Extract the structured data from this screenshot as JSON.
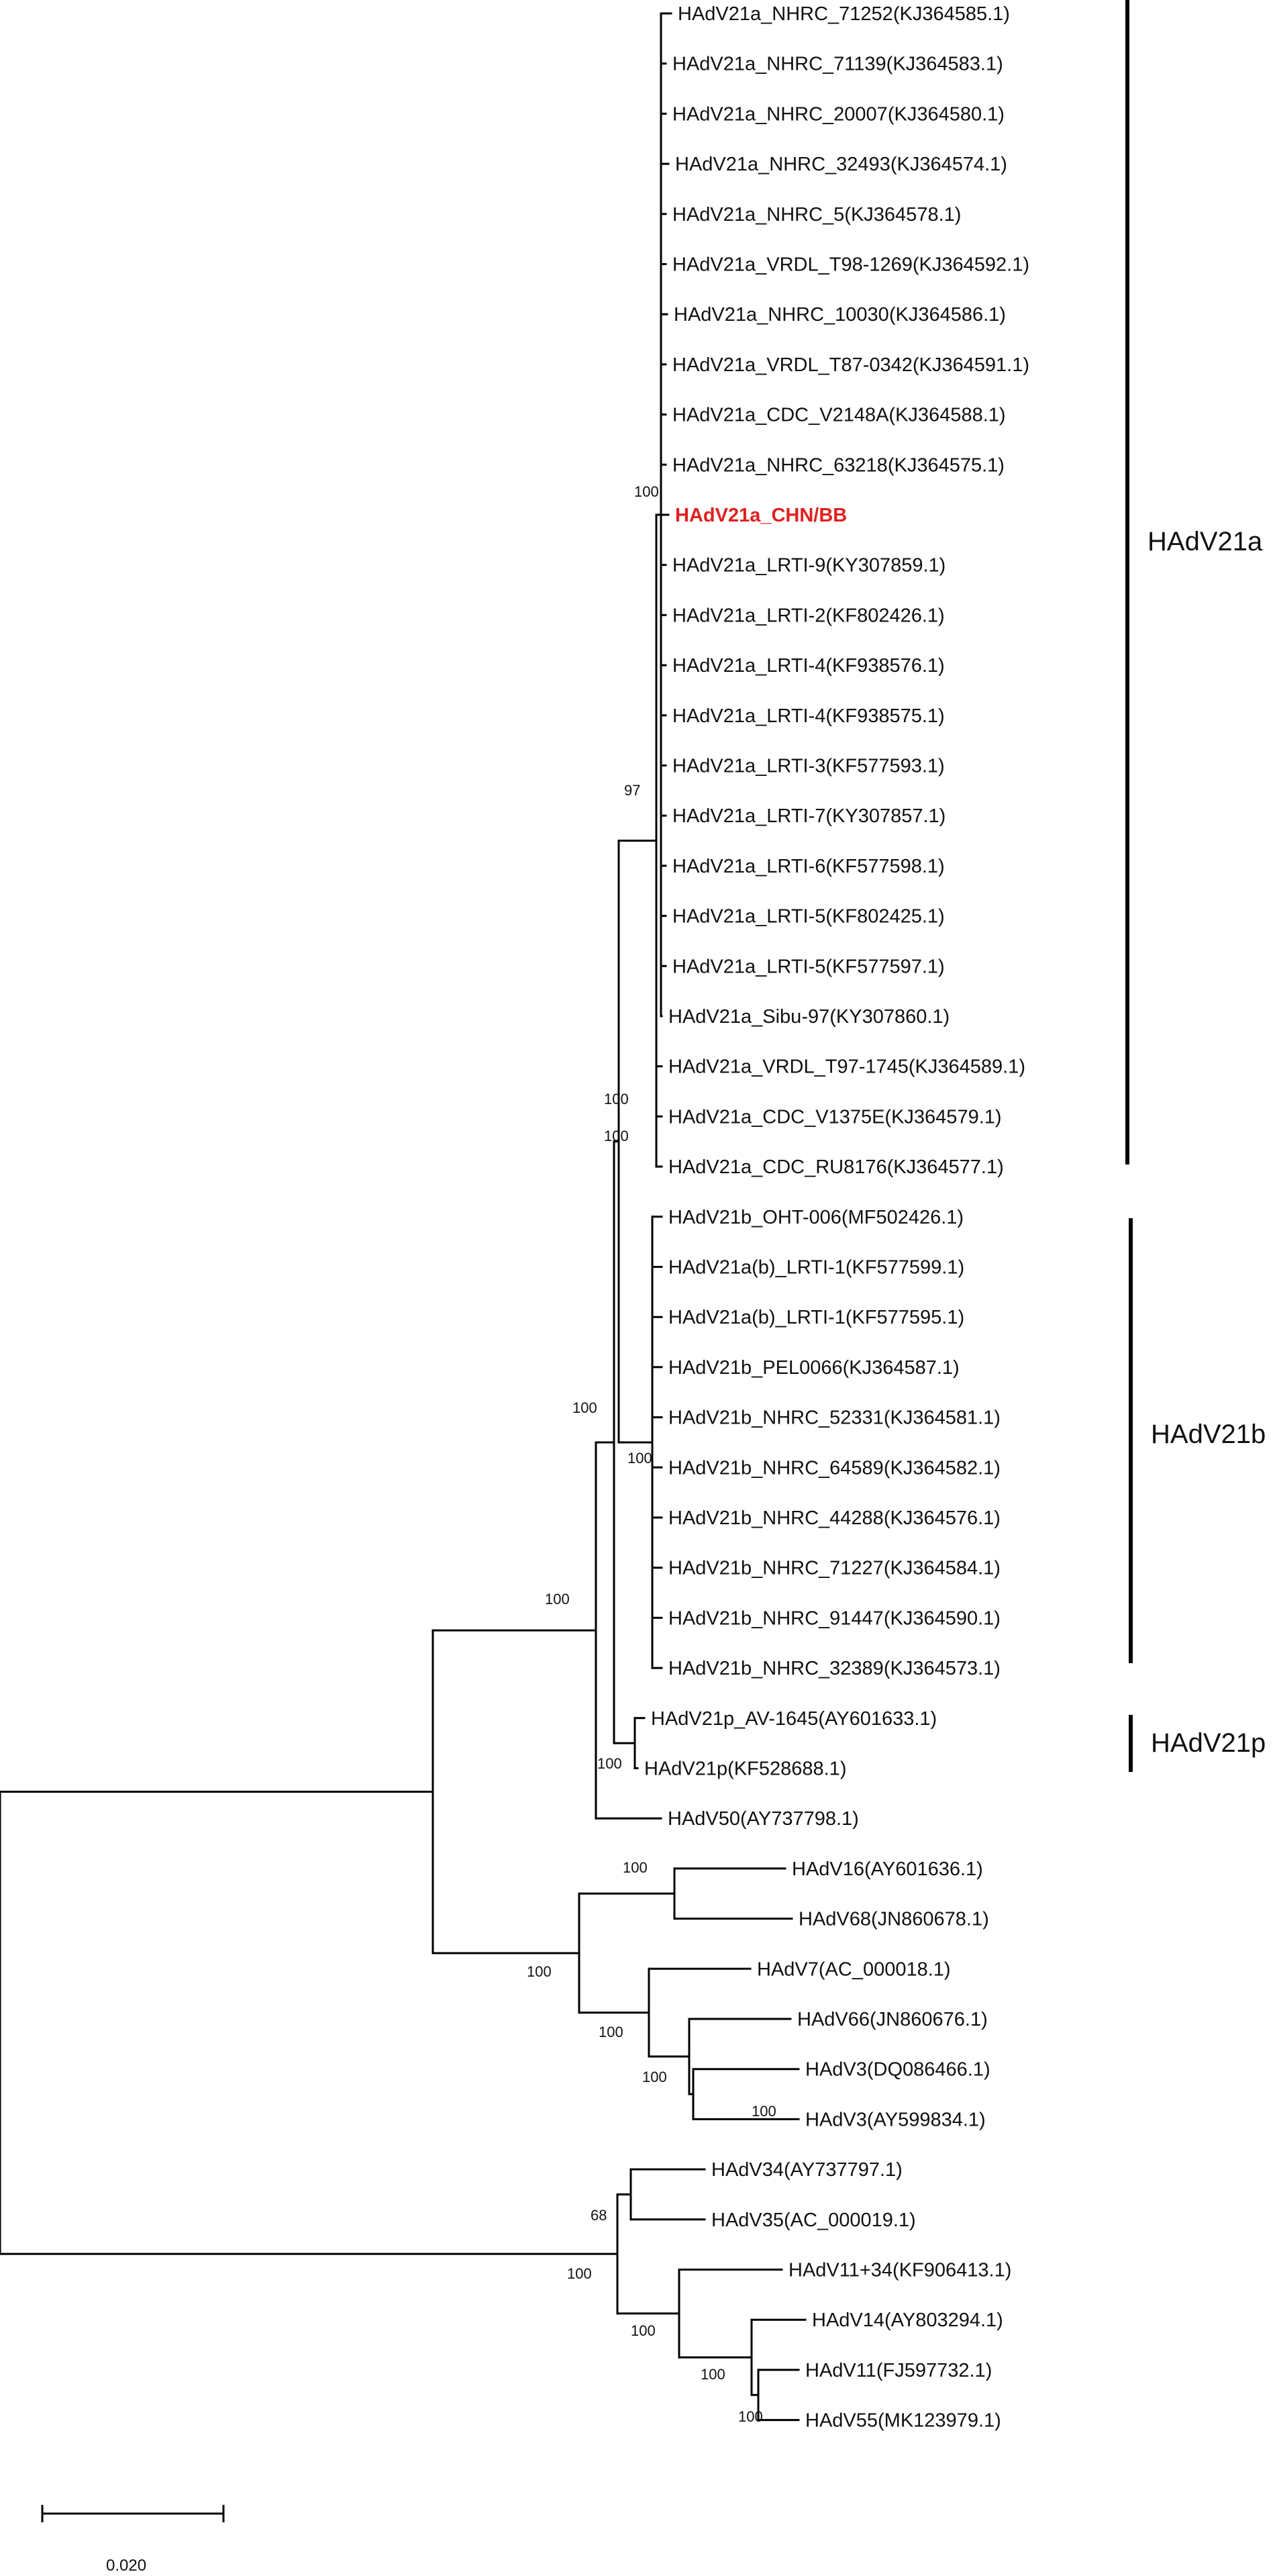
{
  "tips": [
    {
      "label": "HAdV21a_NHRC_71252(KJ364585.1)"
    },
    {
      "label": "HAdV21a_NHRC_71139(KJ364583.1)"
    },
    {
      "label": "HAdV21a_NHRC_20007(KJ364580.1)"
    },
    {
      "label": "HAdV21a_NHRC_32493(KJ364574.1)"
    },
    {
      "label": "HAdV21a_NHRC_5(KJ364578.1)"
    },
    {
      "label": "HAdV21a_VRDL_T98-1269(KJ364592.1)"
    },
    {
      "label": "HAdV21a_NHRC_10030(KJ364586.1)"
    },
    {
      "label": "HAdV21a_VRDL_T87-0342(KJ364591.1)"
    },
    {
      "label": "HAdV21a_CDC_V2148A(KJ364588.1)"
    },
    {
      "label": "HAdV21a_NHRC_63218(KJ364575.1)"
    },
    {
      "label": "HAdV21a_CHN/BB",
      "highlight": true
    },
    {
      "label": "HAdV21a_LRTI-9(KY307859.1)"
    },
    {
      "label": "HAdV21a_LRTI-2(KF802426.1)"
    },
    {
      "label": "HAdV21a_LRTI-4(KF938576.1)"
    },
    {
      "label": "HAdV21a_LRTI-4(KF938575.1)"
    },
    {
      "label": "HAdV21a_LRTI-3(KF577593.1)"
    },
    {
      "label": "HAdV21a_LRTI-7(KY307857.1)"
    },
    {
      "label": "HAdV21a_LRTI-6(KF577598.1)"
    },
    {
      "label": "HAdV21a_LRTI-5(KF802425.1)"
    },
    {
      "label": "HAdV21a_LRTI-5(KF577597.1)"
    },
    {
      "label": "HAdV21a_Sibu-97(KY307860.1)"
    },
    {
      "label": "HAdV21a_VRDL_T97-1745(KJ364589.1)"
    },
    {
      "label": "HAdV21a_CDC_V1375E(KJ364579.1)"
    },
    {
      "label": "HAdV21a_CDC_RU8176(KJ364577.1)"
    },
    {
      "label": "HAdV21b_OHT-006(MF502426.1)"
    },
    {
      "label": "HAdV21a(b)_LRTI-1(KF577599.1)"
    },
    {
      "label": "HAdV21a(b)_LRTI-1(KF577595.1)"
    },
    {
      "label": "HAdV21b_PEL0066(KJ364587.1)"
    },
    {
      "label": "HAdV21b_NHRC_52331(KJ364581.1)"
    },
    {
      "label": "HAdV21b_NHRC_64589(KJ364582.1)"
    },
    {
      "label": "HAdV21b_NHRC_44288(KJ364576.1)"
    },
    {
      "label": "HAdV21b_NHRC_71227(KJ364584.1)"
    },
    {
      "label": "HAdV21b_NHRC_91447(KJ364590.1)"
    },
    {
      "label": "HAdV21b_NHRC_32389(KJ364573.1)"
    },
    {
      "label": "HAdV21p_AV-1645(AY601633.1)"
    },
    {
      "label": "HAdV21p(KF528688.1)"
    },
    {
      "label": "HAdV50(AY737798.1)"
    },
    {
      "label": "HAdV16(AY601636.1)"
    },
    {
      "label": "HAdV68(JN860678.1)"
    },
    {
      "label": "HAdV7(AC_000018.1)"
    },
    {
      "label": "HAdV66(JN860676.1)"
    },
    {
      "label": "HAdV3(DQ086466.1)"
    },
    {
      "label": "HAdV3(AY599834.1)"
    },
    {
      "label": "HAdV34(AY737797.1)"
    },
    {
      "label": "HAdV35(AC_000019.1)"
    },
    {
      "label": "HAdV11+34(KF906413.1)"
    },
    {
      "label": "HAdV14(AY803294.1)"
    },
    {
      "label": "HAdV11(FJ597732.1)"
    },
    {
      "label": "HAdV55(MK123979.1)"
    }
  ],
  "bootstrap": [
    {
      "value": "100"
    },
    {
      "value": "97"
    },
    {
      "value": "100"
    },
    {
      "value": "100"
    },
    {
      "value": "100"
    },
    {
      "value": "100"
    },
    {
      "value": "100"
    },
    {
      "value": "100"
    },
    {
      "value": "100"
    },
    {
      "value": "100"
    },
    {
      "value": "100"
    },
    {
      "value": "100"
    },
    {
      "value": "100"
    },
    {
      "value": "68"
    },
    {
      "value": "100"
    },
    {
      "value": "100"
    },
    {
      "value": "100"
    },
    {
      "value": "100"
    }
  ],
  "clades": [
    {
      "name": "HAdV21a"
    },
    {
      "name": "HAdV21b"
    },
    {
      "name": "HAdV21p"
    }
  ],
  "scale_bar": {
    "label": "0.020",
    "length": 0.02
  },
  "colors": {
    "branch": "#000000",
    "highlight": "#e0201f",
    "text": "#111111"
  }
}
